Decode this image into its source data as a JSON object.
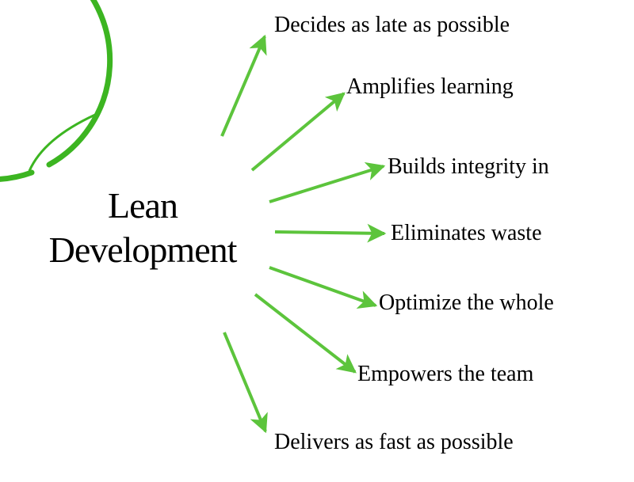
{
  "title": [
    "Lean",
    "Development"
  ],
  "items": [
    "Decides as late as possible",
    "Amplifies learning",
    "Builds integrity in",
    "Eliminates waste",
    "Optimize the whole",
    "Empowers the team",
    "Delivers as fast as possible"
  ],
  "colors": {
    "circle": "#3cb521",
    "arrow": "#5cc43c"
  }
}
